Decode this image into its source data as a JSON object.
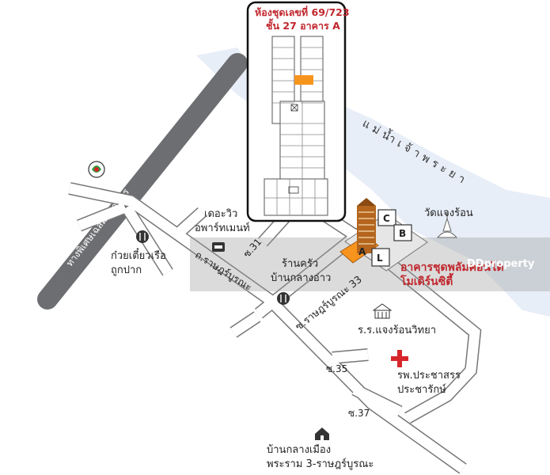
{
  "floorplan": {
    "title_line1": "ห้องชุดเลขที่ 69/723",
    "title_line2": "ชั้น 27 อาคาร A",
    "highlight_color": "#f7941d"
  },
  "labels": {
    "river": "แม่น้ำเจ้าพระยา",
    "expressway": "ทางพิเศษเฉลิมมหานคร",
    "road_main": "ถ.ราษฎร์บูรณะ",
    "soi31": "ซ.31",
    "soi33": "ซ.ราษฎร์บูรณะ 33",
    "soi35": "ซ.35",
    "soi37": "ซ.37",
    "the_view_1": "เดอะวิว",
    "the_view_2": "อพาร์ทเมนท์",
    "noodle_1": "ก๋วยเตี๋ยวเรือ",
    "noodle_2": "ถูกปาก",
    "kitchen_1": "ร้านครัว",
    "kitchen_2": "บ้านกลางอ่าว",
    "temple": "วัดแจงร้อน",
    "condo_1": "อาคารชุดพลัมคอนโด",
    "condo_2": "โมเดิร์นซิตี้",
    "school": "ร.ร.แจงร้อนวิทยา",
    "hospital_1": "รพ.ประชาสรร",
    "hospital_2": "ประชารักษ์",
    "village_1": "บ้านกลางเมือง",
    "village_2": "พระราม 3-ราษฎร์บูรณะ",
    "watermark": "DDproperty"
  },
  "buildings": {
    "a": "A",
    "b": "B",
    "c": "C",
    "l": "L"
  },
  "colors": {
    "river": "#e7eef7",
    "expressway": "#6d6e71",
    "hospital": "#d7262b",
    "condo_label": "#c0272d",
    "tower": "#b5651d"
  }
}
